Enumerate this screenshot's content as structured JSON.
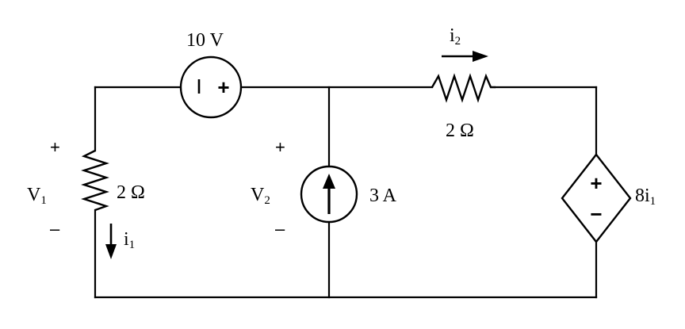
{
  "labels": {
    "voltage_source": "10 V",
    "top_resistor": "2 Ω",
    "left_resistor": "2 Ω",
    "current_source": "3 A",
    "v1_main": "V",
    "v1_sub": "1",
    "v2_main": "V",
    "v2_sub": "2",
    "i1_main": "i",
    "i1_sub": "1",
    "i2_main": "i",
    "i2_sub": "2",
    "dep_main": "8i",
    "dep_sub": "1"
  },
  "symbols": {
    "plus": "+",
    "minus": "–",
    "dep_plus": "+",
    "dep_minus": "−"
  }
}
